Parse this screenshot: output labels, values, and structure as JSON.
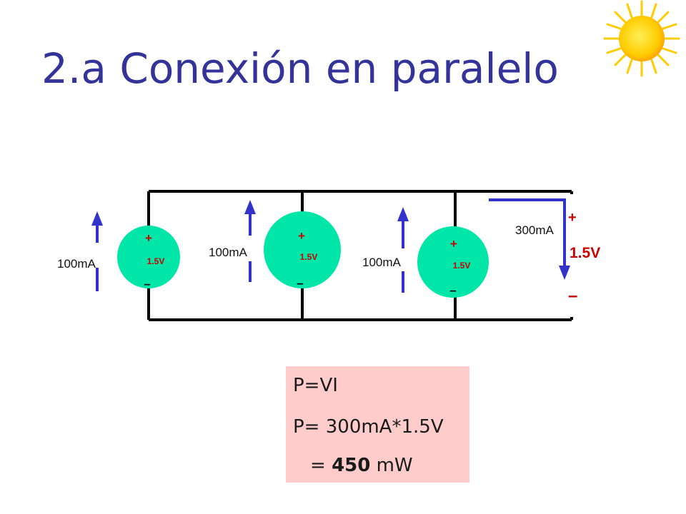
{
  "slide": {
    "title": "2.a Conexión en paralelo"
  },
  "sun_icon": "sun-icon",
  "circuit": {
    "sources": [
      {
        "plus": "+",
        "voltage": "1.5V",
        "minus": "–",
        "current": "100mA"
      },
      {
        "plus": "+",
        "voltage": "1.5V",
        "minus": "–",
        "current": "100mA"
      },
      {
        "plus": "+",
        "voltage": "1.5V",
        "minus": "–",
        "current": "100mA"
      }
    ],
    "output": {
      "plus": "+",
      "voltage": "1.5V",
      "minus": "–",
      "current": "300mA"
    }
  },
  "formula": {
    "line1": "P=VI",
    "line2": "P= 300mA*1.5V",
    "line3_prefix": "= ",
    "line3_value": "450",
    "line3_unit": " mW"
  },
  "colors": {
    "title": "#333399",
    "source_fill": "#00e6a8",
    "arrow": "#3333cc",
    "output_text": "#cc0000",
    "formula_bg": "#ffcccc",
    "sun": "#ffcc00"
  }
}
